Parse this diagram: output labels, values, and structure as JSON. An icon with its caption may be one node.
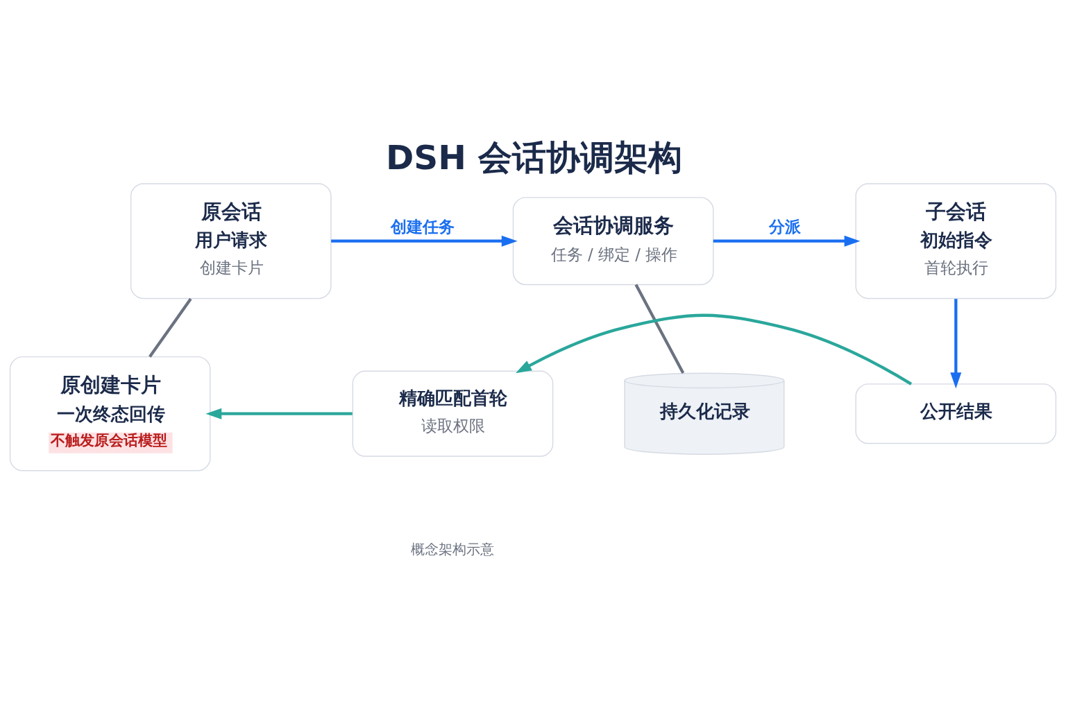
{
  "diagram": {
    "title": "DSH 会话协调架构",
    "caption": "概念架构示意",
    "nodes": [
      {
        "text": [
          "原会话",
          "用户请求",
          "创建卡片"
        ]
      },
      {
        "text": [
          "会话协调服务",
          "任务 / 绑定 / 操作"
        ]
      },
      {
        "text": [
          "子会话",
          "初始指令",
          "首轮执行"
        ]
      },
      {
        "text": [
          "持久化记录"
        ]
      },
      {
        "text": [
          "原创建卡片",
          "一次终态回传",
          "不触发原会话模型"
        ]
      },
      {
        "text": [
          "精确匹配首轮",
          "读取权限"
        ]
      },
      {
        "text": [
          "公开结果"
        ]
      }
    ],
    "edges": [
      {
        "from": 0,
        "to": 1,
        "arrow": "to",
        "label": "创建任务",
        "color": "#1a6ff0"
      },
      {
        "from": 1,
        "to": 2,
        "arrow": "to",
        "label": "分派",
        "color": "#1a6ff0"
      },
      {
        "from": 2,
        "to": 6,
        "arrow": "to",
        "color": "#1a6ff0"
      },
      {
        "from": 1,
        "to": 3,
        "arrow": "none",
        "color": "#6b7280"
      },
      {
        "from": 0,
        "to": 4,
        "arrow": "none",
        "color": "#6b7280"
      },
      {
        "from": 6,
        "to": 5,
        "arrow": "to",
        "color": "#2aa79b"
      },
      {
        "from": 5,
        "to": 4,
        "arrow": "to",
        "color": "#2aa79b"
      }
    ]
  }
}
